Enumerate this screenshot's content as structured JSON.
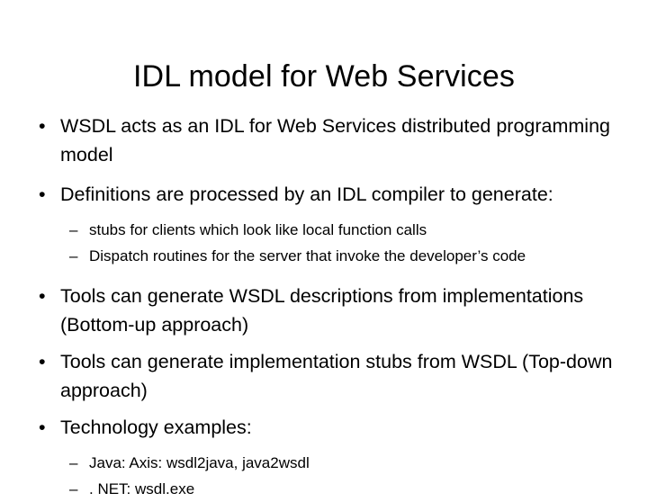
{
  "slide": {
    "title": "IDL model for Web Services",
    "bullet_marker_level1": "•",
    "bullet_marker_level2": "–",
    "text_color": "#000000",
    "background_color": "#FFFFFF",
    "items": [
      {
        "level": 1,
        "text": "WSDL acts as an IDL for Web Services distributed programming model"
      },
      {
        "level": 1,
        "text": "Definitions are processed by an IDL compiler to generate:"
      },
      {
        "level": 2,
        "text": "stubs for clients which look like local function calls"
      },
      {
        "level": 2,
        "text": "Dispatch routines for the server that invoke the developer’s code"
      },
      {
        "level": 1,
        "text": "Tools can generate WSDL descriptions from implementations  (Bottom-up approach)"
      },
      {
        "level": 1,
        "text": "Tools can generate implementation stubs from WSDL (Top-down approach)"
      },
      {
        "level": 1,
        "text": "Technology examples:"
      },
      {
        "level": 2,
        "text": "Java: Axis: wsdl2java, java2wsdl"
      },
      {
        "level": 2,
        "text": ". NET: wsdl.exe"
      }
    ]
  }
}
